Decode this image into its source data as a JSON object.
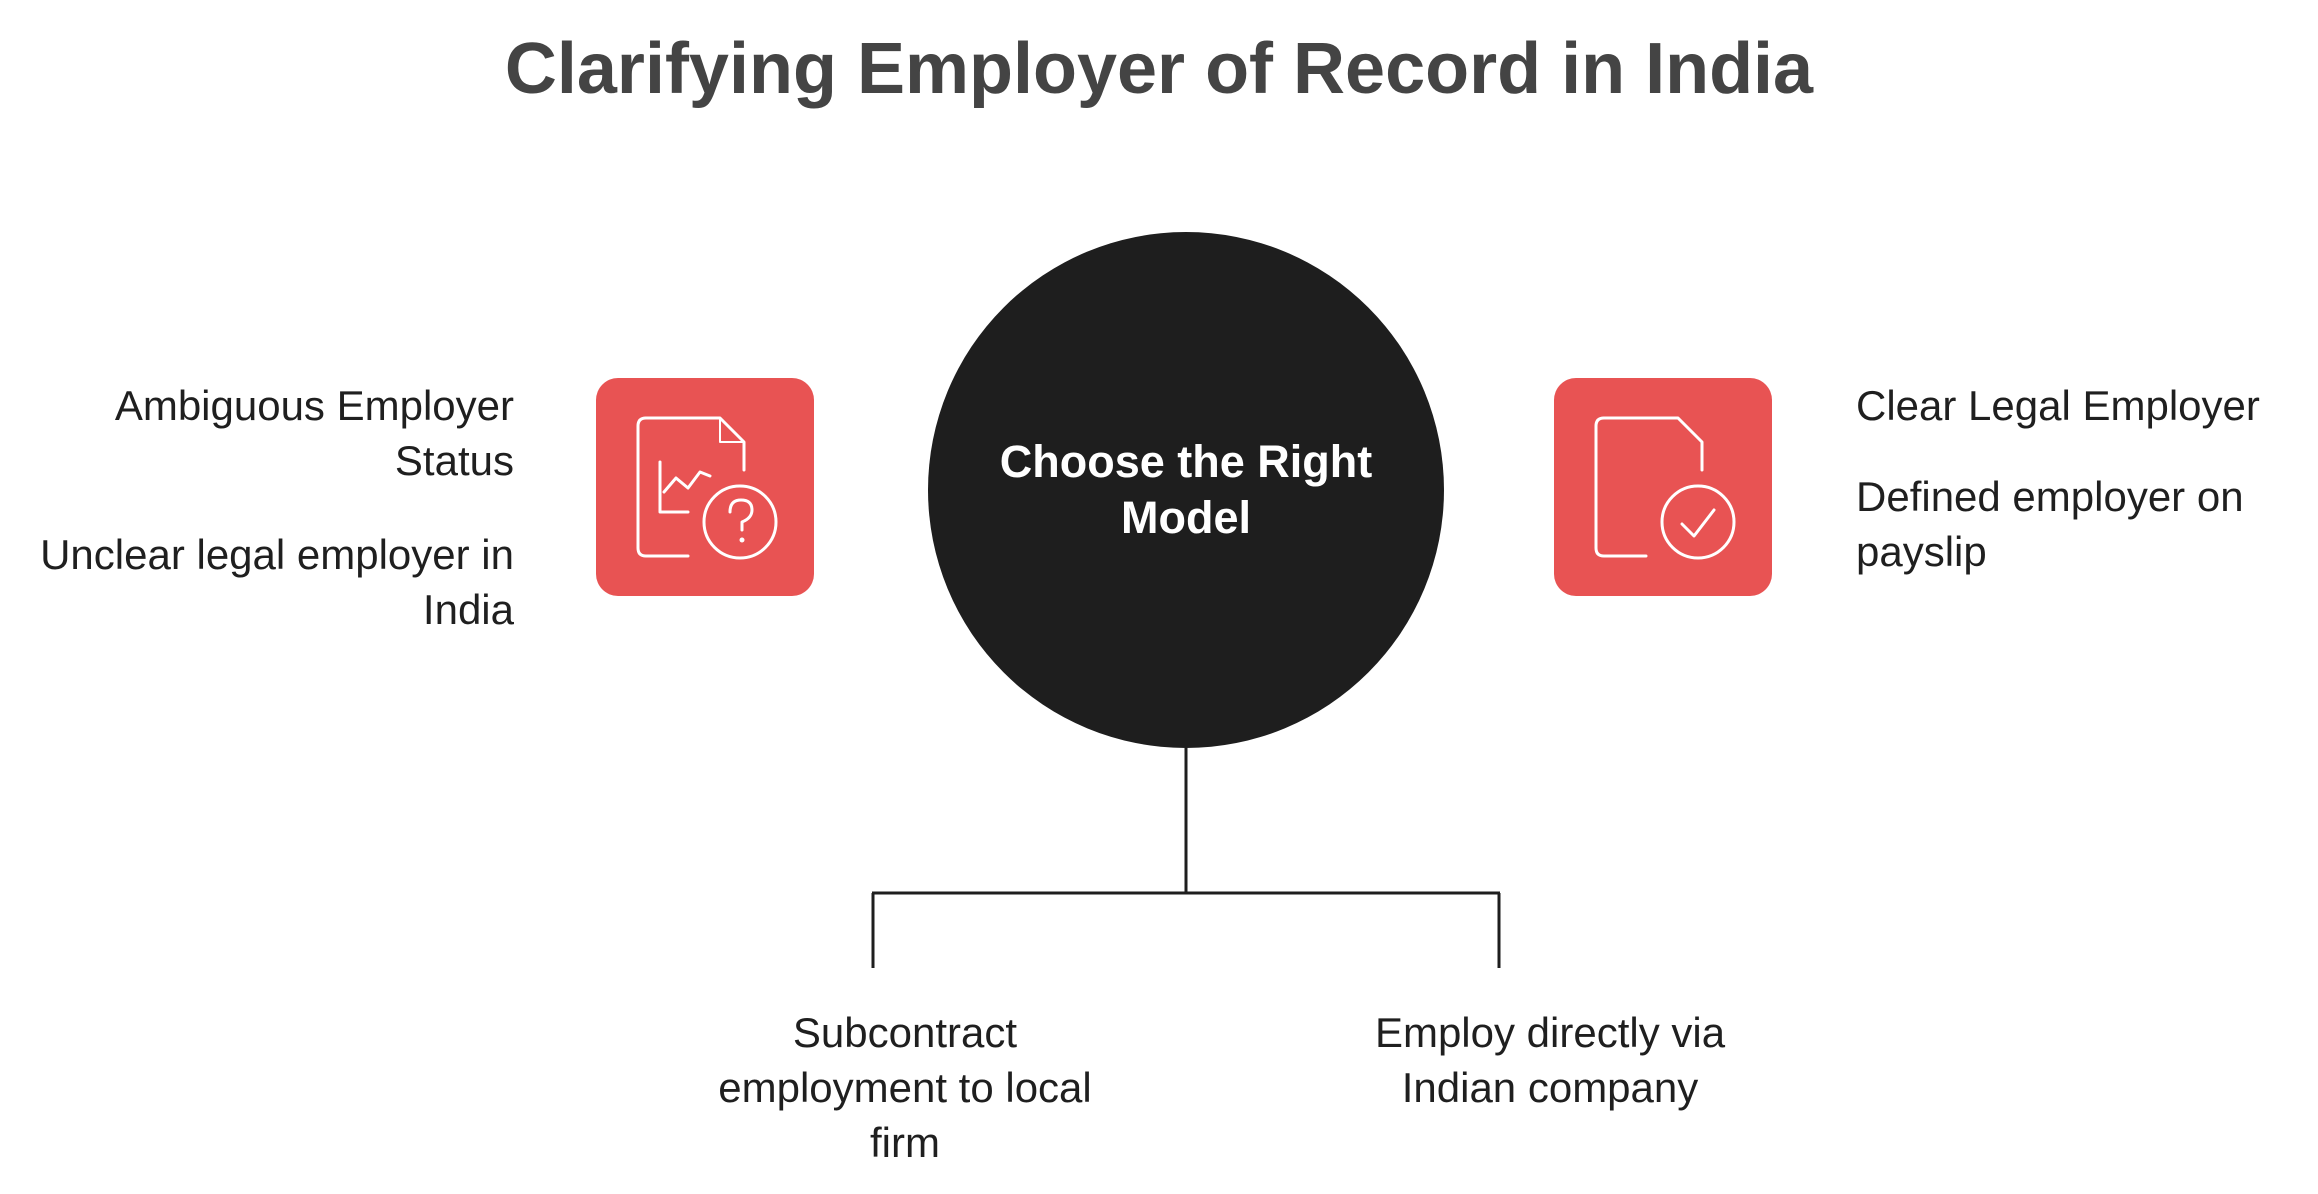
{
  "title": "Clarifying Employer of Record in India",
  "center": {
    "label": "Choose the Right Model"
  },
  "left": {
    "heading": "Ambiguous Employer Status",
    "description": "Unclear legal employer in India",
    "icon": "document-chart-question-icon",
    "color": "#e85353"
  },
  "right": {
    "heading": "Clear Legal Employer",
    "description": "Defined employer on payslip",
    "icon": "document-check-icon",
    "color": "#e85353"
  },
  "branches": [
    {
      "label": "Subcontract employment to local firm"
    },
    {
      "label": "Employ directly via Indian company"
    }
  ],
  "colors": {
    "title": "#444444",
    "circle": "#1e1e1e",
    "accent": "#e85353",
    "text": "#1f1f1f"
  }
}
